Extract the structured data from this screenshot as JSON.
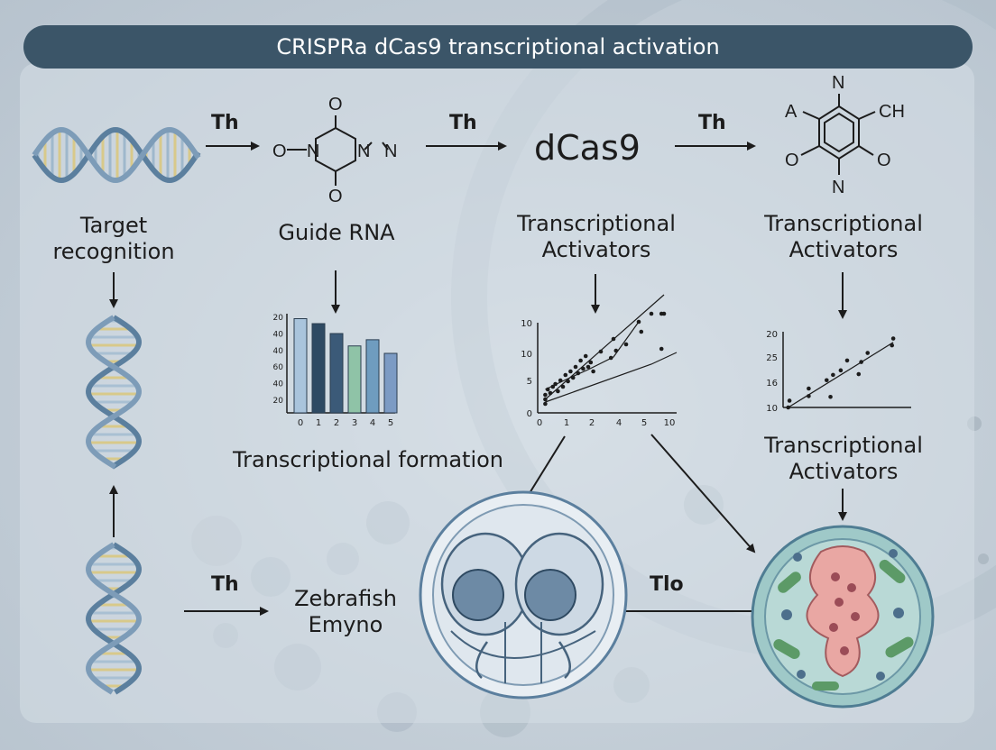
{
  "title": "CRISPRa dCas9 transcriptional activation",
  "arrow_labels": [
    "Th",
    "Th",
    "Th",
    "Th",
    "Tlo"
  ],
  "nodes": {
    "target_line1": "Target",
    "target_line2": "recognition",
    "guide_rna": "Guide RNA",
    "dcas9": "dCas9",
    "activators_1_line1": "Transcriptional",
    "activators_1_line2": "Activators",
    "activators_2_line1": "Transcriptional",
    "activators_2_line2": "Activators",
    "activators_3_line1": "Transcriptional",
    "activators_3_line2": "Activators",
    "formation": "Transcriptional formation",
    "zebrafish_line1": "Zebrafish",
    "zebrafish_line2": "Emyno"
  },
  "molecule_1": {
    "o_top": "O",
    "o_left": "O",
    "n_left": "N",
    "n_right": "N",
    "n_far": "N",
    "o_bottom": "O"
  },
  "molecule_2": {
    "n_top": "N",
    "a_left": "A",
    "ch_right": "CH",
    "o_left": "O",
    "o_right": "O",
    "n_bottom": "N"
  },
  "chart_data": [
    {
      "type": "bar",
      "categories": [
        "0",
        "1",
        "2",
        "3",
        "4",
        "5"
      ],
      "values": [
        76,
        72,
        64,
        54,
        59,
        48
      ],
      "yticks": [
        "20",
        "40",
        "40",
        "60",
        "40",
        "20"
      ],
      "ylim": [
        0,
        80
      ],
      "colors": [
        "#a9c4dc",
        "#2e4a63",
        "#3b5a78",
        "#8fc3a7",
        "#6f9cbf",
        "#7c9bc4"
      ]
    },
    {
      "type": "scatter",
      "xticks": [
        "0",
        "1",
        "2",
        "4",
        "5",
        "10"
      ],
      "yticks": [
        "0",
        "5",
        "10",
        "10"
      ],
      "xlim": [
        0,
        5.5
      ],
      "ylim": [
        0,
        10
      ],
      "points": [
        [
          0.3,
          1.0
        ],
        [
          0.3,
          1.5
        ],
        [
          0.3,
          2.0
        ],
        [
          0.4,
          2.6
        ],
        [
          0.5,
          2.2
        ],
        [
          0.6,
          2.9
        ],
        [
          0.7,
          3.2
        ],
        [
          0.8,
          2.4
        ],
        [
          0.9,
          3.6
        ],
        [
          1.0,
          2.9
        ],
        [
          1.1,
          4.2
        ],
        [
          1.2,
          3.5
        ],
        [
          1.3,
          4.6
        ],
        [
          1.4,
          3.9
        ],
        [
          1.5,
          5.1
        ],
        [
          1.6,
          4.4
        ],
        [
          1.7,
          5.8
        ],
        [
          1.8,
          4.9
        ],
        [
          1.9,
          6.3
        ],
        [
          2.0,
          5.1
        ],
        [
          2.1,
          5.6
        ],
        [
          2.2,
          4.6
        ],
        [
          2.5,
          6.8
        ],
        [
          2.9,
          6.1
        ],
        [
          3.0,
          8.2
        ],
        [
          3.1,
          6.9
        ],
        [
          3.5,
          7.6
        ],
        [
          4.0,
          10.1
        ],
        [
          4.1,
          9.0
        ],
        [
          4.5,
          11.7
        ],
        [
          4.9,
          7.1
        ],
        [
          4.9,
          13.1
        ],
        [
          5.0,
          12.1
        ]
      ],
      "lines": [
        [
          [
            0.3,
            1.5
          ],
          [
            5.0,
            13.1
          ]
        ],
        [
          [
            0.3,
            2.6
          ],
          [
            1.2,
            3.8
          ],
          [
            2.0,
            4.8
          ],
          [
            3.0,
            6.2
          ],
          [
            4.0,
            10.1
          ]
        ],
        [
          [
            0.3,
            1.2
          ],
          [
            4.5,
            5.4
          ],
          [
            5.5,
            6.7
          ]
        ]
      ]
    },
    {
      "type": "scatter",
      "yticks": [
        "20",
        "25",
        "16",
        "10"
      ],
      "xlim": [
        0,
        10
      ],
      "ylim": [
        10,
        20
      ],
      "points": [
        [
          0.4,
          10.0
        ],
        [
          0.5,
          10.9
        ],
        [
          2.0,
          11.5
        ],
        [
          2.0,
          12.5
        ],
        [
          3.4,
          13.6
        ],
        [
          3.7,
          11.4
        ],
        [
          3.9,
          14.3
        ],
        [
          4.5,
          14.9
        ],
        [
          5.0,
          16.2
        ],
        [
          5.9,
          14.4
        ],
        [
          6.1,
          16.0
        ],
        [
          6.6,
          17.2
        ],
        [
          8.5,
          18.2
        ],
        [
          8.6,
          19.1
        ]
      ],
      "lines": [
        [
          [
            0.4,
            10.0
          ],
          [
            8.6,
            18.6
          ]
        ]
      ]
    }
  ],
  "colors": {
    "title_bar": "#3b5568",
    "dna_backbone": "#5b7f9e",
    "text": "#1c1c1c"
  }
}
